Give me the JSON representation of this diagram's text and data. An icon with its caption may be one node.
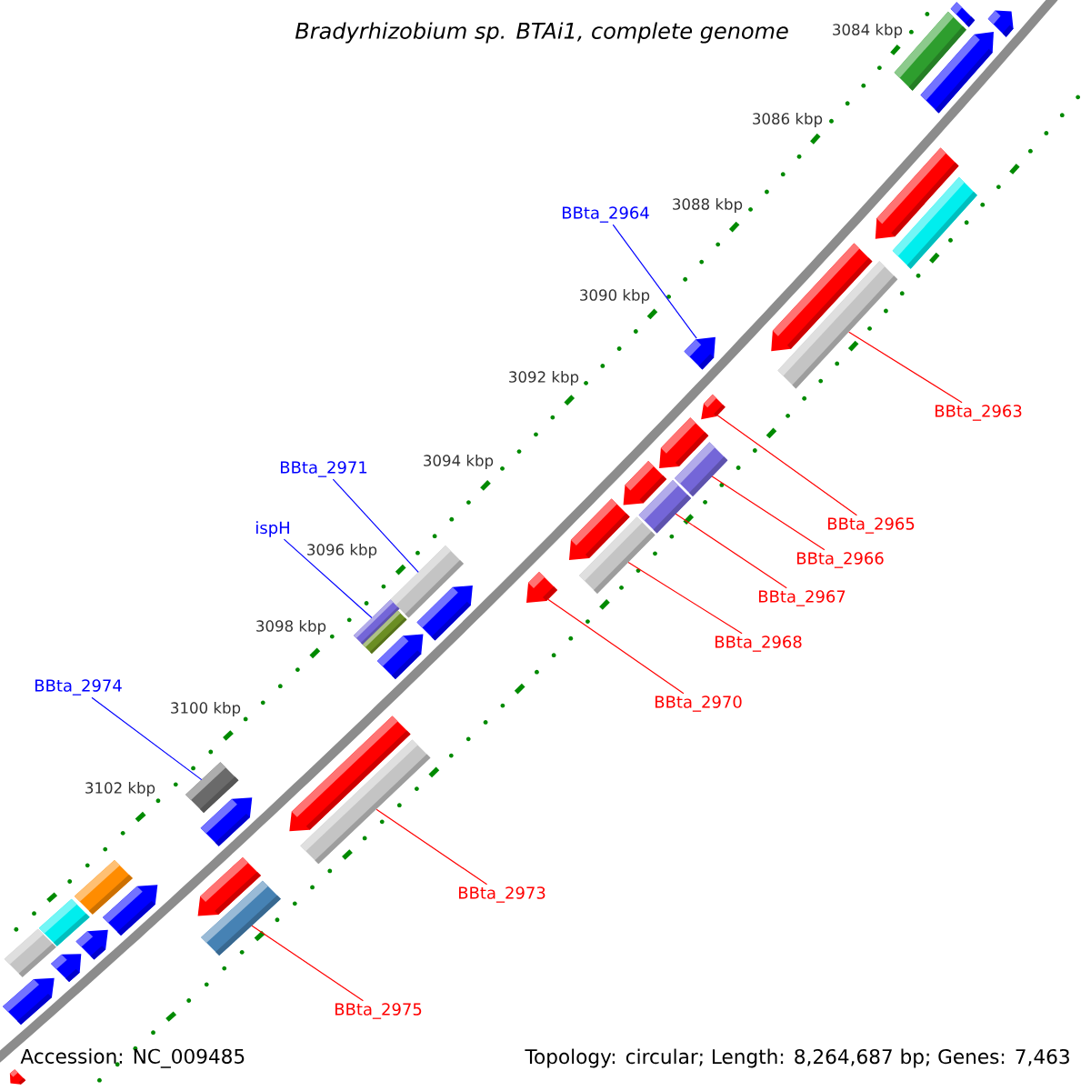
{
  "diagram": {
    "title": "Bradyrhizobium sp. BTAi1, complete genome",
    "nodes": [
      {
        "text": [
          "BBta_2964"
        ]
      },
      {
        "text": [
          "BBta_2963"
        ]
      },
      {
        "text": [
          "BBta_2971"
        ]
      },
      {
        "text": [
          "BBta_2965"
        ]
      },
      {
        "text": [
          "BBta_2966"
        ]
      },
      {
        "text": [
          "ispH"
        ]
      },
      {
        "text": [
          "BBta_2967"
        ]
      },
      {
        "text": [
          "BBta_2968"
        ]
      },
      {
        "text": [
          "BBta_2974"
        ]
      },
      {
        "text": [
          "BBta_2970"
        ]
      },
      {
        "text": [
          "BBta_2973"
        ]
      },
      {
        "text": [
          "BBta_2975"
        ]
      },
      {
        "text": [],
        "shape": "arrow"
      },
      {
        "text": [],
        "shape": "box"
      },
      {
        "text": [],
        "shape": "box"
      },
      {
        "text": [],
        "shape": "arrow"
      },
      {
        "text": [],
        "shape": "arrow"
      },
      {
        "text": [],
        "shape": "box"
      },
      {
        "text": [],
        "shape": "arrow"
      },
      {
        "text": [],
        "shape": "box"
      },
      {
        "text": [],
        "shape": "arrow"
      },
      {
        "text": [],
        "shape": "arrow"
      },
      {
        "text": [],
        "shape": "arrow"
      },
      {
        "text": [],
        "shape": "box"
      },
      {
        "text": [],
        "shape": "arrow"
      },
      {
        "text": [],
        "shape": "box"
      },
      {
        "text": [],
        "shape": "arrow"
      },
      {
        "text": [],
        "shape": "box"
      },
      {
        "text": [],
        "shape": "box"
      },
      {
        "text": [],
        "shape": "arrow"
      },
      {
        "text": [],
        "shape": "arrow"
      },
      {
        "text": [],
        "shape": "box"
      },
      {
        "text": [],
        "shape": "box"
      },
      {
        "text": [],
        "shape": "arrow"
      },
      {
        "text": [],
        "shape": "arrow"
      },
      {
        "text": [],
        "shape": "box"
      },
      {
        "text": [],
        "shape": "box"
      },
      {
        "text": [],
        "shape": "arrow"
      },
      {
        "text": [],
        "shape": "box"
      },
      {
        "text": [],
        "shape": "arrow"
      },
      {
        "text": [],
        "shape": "arrow"
      },
      {
        "text": [],
        "shape": "box"
      },
      {
        "text": [],
        "shape": "box"
      },
      {
        "text": [],
        "shape": "arrow"
      },
      {
        "text": [],
        "shape": "arrow"
      },
      {
        "text": [],
        "shape": "box"
      },
      {
        "text": [],
        "shape": "arrow"
      },
      {
        "text": [],
        "shape": "arrow"
      }
    ],
    "edges": [
      {
        "from": 0,
        "to": 20,
        "arrow": "none",
        "color": "#0000ff"
      },
      {
        "from": 1,
        "to": 19,
        "arrow": "none"
      },
      {
        "from": 2,
        "to": 28,
        "arrow": "none",
        "color": "#0000ff"
      },
      {
        "from": 3,
        "to": 21,
        "arrow": "none"
      },
      {
        "from": 4,
        "to": 23,
        "arrow": "none"
      },
      {
        "from": 5,
        "to": 31,
        "arrow": "none",
        "color": "#0000ff"
      },
      {
        "from": 6,
        "to": 25,
        "arrow": "none"
      },
      {
        "from": 7,
        "to": 27,
        "arrow": "none"
      },
      {
        "from": 8,
        "to": 35,
        "arrow": "none",
        "color": "#0000ff"
      },
      {
        "from": 9,
        "to": 29,
        "arrow": "none"
      },
      {
        "from": 10,
        "to": 36,
        "arrow": "none"
      },
      {
        "from": 11,
        "to": 41,
        "arrow": "none"
      }
    ],
    "labels": [
      "3084 kbp",
      "3086 kbp",
      "3088 kbp",
      "3090 kbp",
      "3092 kbp",
      "3094 kbp",
      "3096 kbp",
      "3098 kbp",
      "3100 kbp",
      "3102 kbp",
      "Accession: NC_009485",
      "Topology: circular; Length: 8,264,687 bp; Genes: 7,463"
    ]
  }
}
